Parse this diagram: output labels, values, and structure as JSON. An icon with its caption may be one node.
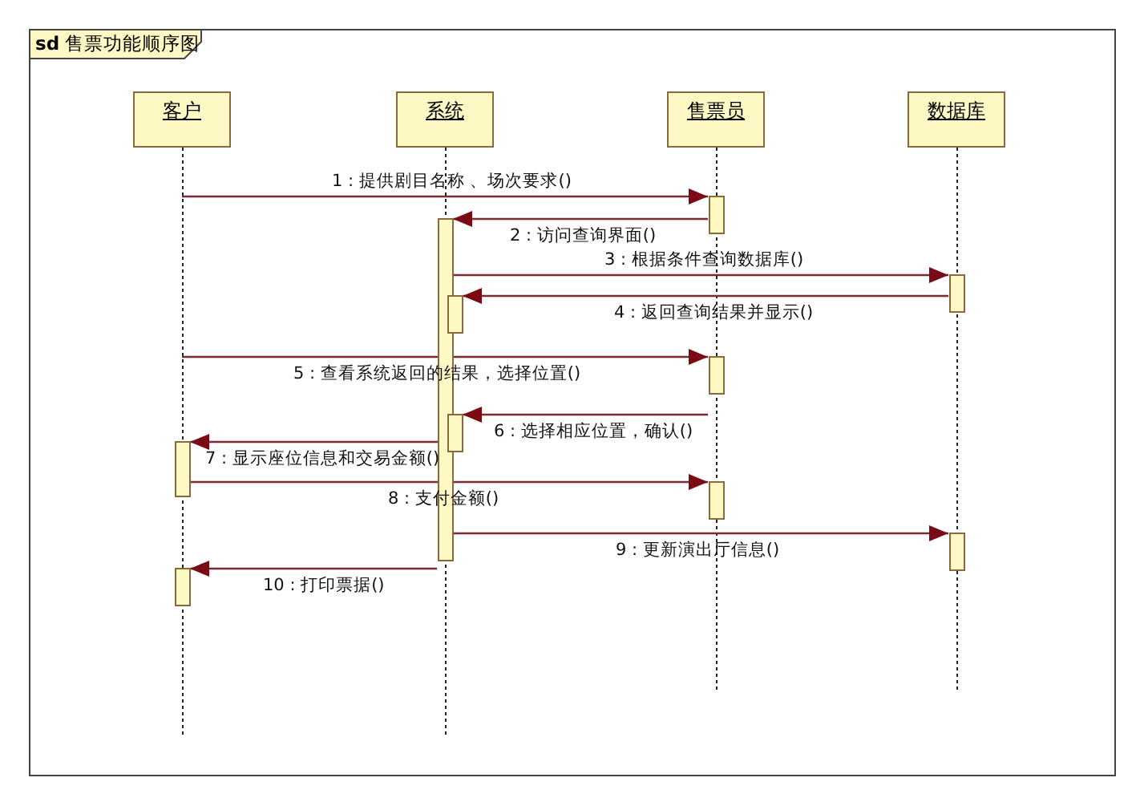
{
  "diagram": {
    "title": "**sd** 售票功能顺序图",
    "nodes": [
      {
        "text": [
          "客户"
        ]
      },
      {
        "text": [
          "系统"
        ]
      },
      {
        "text": [
          "售票员"
        ]
      },
      {
        "text": [
          "数据库"
        ]
      },
      {
        "text": [],
        "shape": "bar"
      },
      {
        "text": [],
        "shape": "bar"
      },
      {
        "text": [],
        "shape": "bar"
      },
      {
        "text": [],
        "shape": "bar"
      },
      {
        "text": [],
        "shape": "bar"
      },
      {
        "text": [],
        "shape": "bar"
      },
      {
        "text": [],
        "shape": "bar"
      },
      {
        "text": [],
        "shape": "bar"
      },
      {
        "text": [],
        "shape": "bar"
      },
      {
        "text": [],
        "shape": "bar"
      }
    ],
    "edges": [
      {
        "from": 0,
        "to": 4,
        "arrow": "to",
        "label": "1 : 提供剧目名称 、场次要求()"
      },
      {
        "from": 4,
        "to": 5,
        "arrow": "to",
        "label": "2 : 访问查询界面()"
      },
      {
        "from": 5,
        "to": 6,
        "arrow": "to",
        "label": "3 : 根据条件查询数据库()"
      },
      {
        "from": 6,
        "to": 7,
        "arrow": "to",
        "label": "4 : 返回查询结果并显示()"
      },
      {
        "from": null,
        "to": 8,
        "arrow": "to",
        "label": "5 : 查看系统返回的结果，选择位置()"
      },
      {
        "from": 8,
        "to": 9,
        "arrow": "to",
        "label": "6 : 选择相应位置，确认()"
      },
      {
        "from": 9,
        "to": 10,
        "arrow": "to",
        "label": "7 : 显示座位信息和交易金额()"
      },
      {
        "from": 10,
        "to": 11,
        "arrow": "to",
        "label": "8 : 支付金额()"
      },
      {
        "from": 5,
        "to": 12,
        "arrow": "to",
        "label": "9 : 更新演出厅信息()"
      },
      {
        "from": 5,
        "to": 13,
        "arrow": "to",
        "label": "10 : 打印票据()"
      }
    ]
  }
}
